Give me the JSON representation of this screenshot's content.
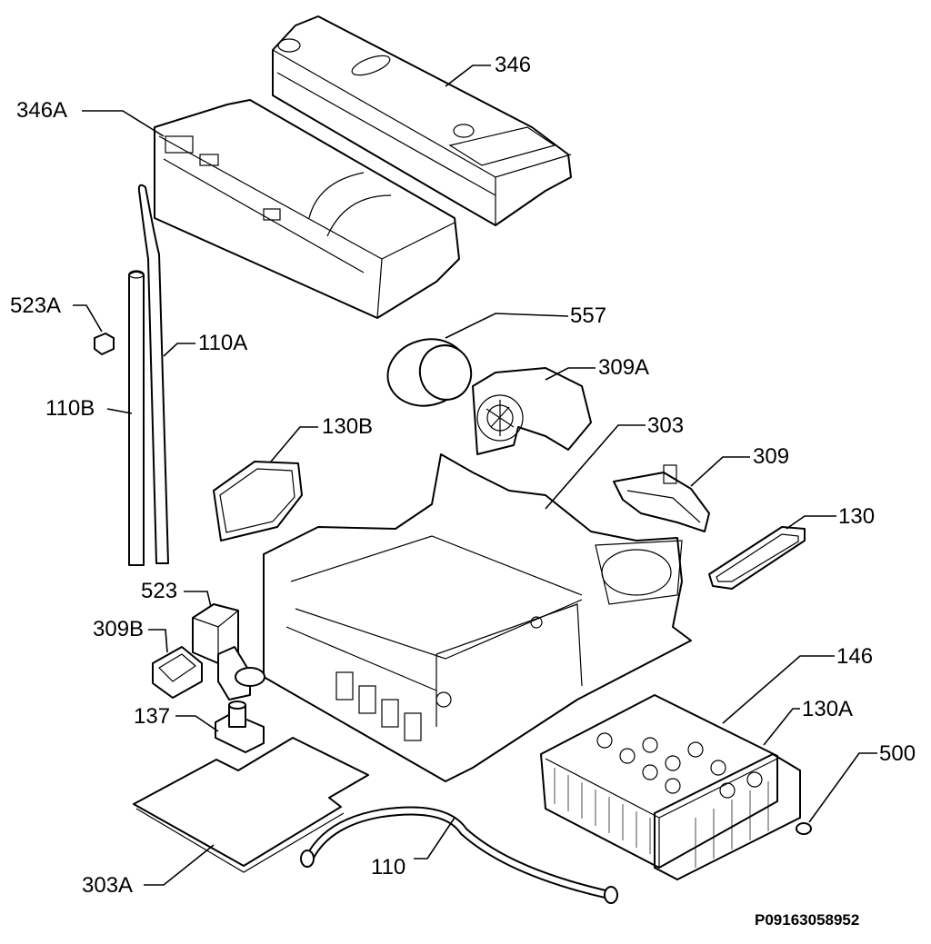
{
  "diagram": {
    "labels": {
      "p346": "346",
      "p346A": "346A",
      "p523A": "523A",
      "p110A": "110A",
      "p110B": "110B",
      "p557": "557",
      "p309A": "309A",
      "p303": "303",
      "p130B": "130B",
      "p309": "309",
      "p130": "130",
      "p523": "523",
      "p309B": "309B",
      "p146": "146",
      "p137": "137",
      "p130A": "130A",
      "p500": "500",
      "p110": "110",
      "p303A": "303A"
    },
    "drawing_code": "P09163058952"
  }
}
